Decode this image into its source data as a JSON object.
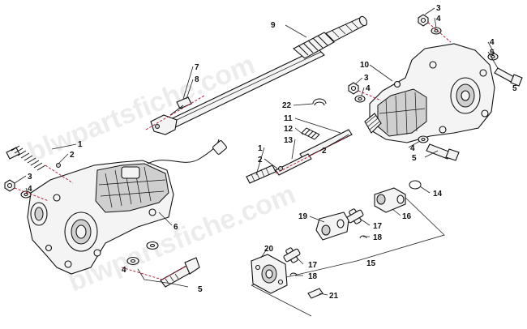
{
  "watermark": "blwpartsfiche.com",
  "callouts": [
    {
      "id": "c1",
      "label": "1"
    },
    {
      "id": "c2",
      "label": "2"
    },
    {
      "id": "c3",
      "label": "3"
    },
    {
      "id": "c4",
      "label": "4"
    },
    {
      "id": "c4b",
      "label": "4"
    },
    {
      "id": "c5",
      "label": "5"
    },
    {
      "id": "c6",
      "label": "6"
    },
    {
      "id": "c7",
      "label": "7"
    },
    {
      "id": "c8",
      "label": "8"
    },
    {
      "id": "c9",
      "label": "9"
    },
    {
      "id": "c3r",
      "label": "3"
    },
    {
      "id": "c4r",
      "label": "4"
    },
    {
      "id": "c4r2",
      "label": "4"
    },
    {
      "id": "c5r",
      "label": "5"
    },
    {
      "id": "c10",
      "label": "10"
    },
    {
      "id": "c3m",
      "label": "3"
    },
    {
      "id": "c4m",
      "label": "4"
    },
    {
      "id": "c22",
      "label": "22"
    },
    {
      "id": "c11",
      "label": "11"
    },
    {
      "id": "c12",
      "label": "12"
    },
    {
      "id": "c13",
      "label": "13"
    },
    {
      "id": "c1m",
      "label": "1"
    },
    {
      "id": "c2m",
      "label": "2"
    },
    {
      "id": "c2n",
      "label": "2"
    },
    {
      "id": "c4n",
      "label": "4"
    },
    {
      "id": "c5n",
      "label": "5"
    },
    {
      "id": "c14",
      "label": "14"
    },
    {
      "id": "c16",
      "label": "16"
    },
    {
      "id": "c19",
      "label": "19"
    },
    {
      "id": "c17",
      "label": "17"
    },
    {
      "id": "c18",
      "label": "18"
    },
    {
      "id": "c20",
      "label": "20"
    },
    {
      "id": "c17b",
      "label": "17"
    },
    {
      "id": "c18b",
      "label": "18"
    },
    {
      "id": "c15",
      "label": "15"
    },
    {
      "id": "c21",
      "label": "21"
    },
    {
      "id": "c5b",
      "label": "5"
    }
  ]
}
